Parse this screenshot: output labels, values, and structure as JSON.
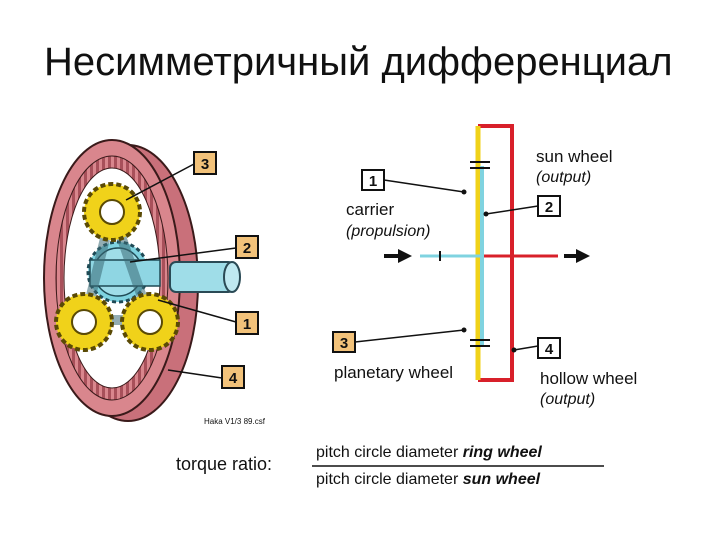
{
  "title": "Несимметричный дифференциал",
  "right_diagram": {
    "sun_wheel": "sun wheel",
    "sun_wheel_sub": "(output)",
    "carrier": "carrier",
    "carrier_sub": "(propulsion)",
    "planetary_wheel": "planetary wheel",
    "hollow_wheel": "hollow wheel",
    "hollow_wheel_sub": "(output)"
  },
  "callouts": [
    "1",
    "2",
    "3",
    "4"
  ],
  "credit": "Haka V1/3 89.csf",
  "formula": {
    "label": "torque ratio:",
    "numerator_prefix": "pitch circle diameter ",
    "numerator_emph": "ring wheel",
    "denominator_prefix": "pitch circle diameter ",
    "denominator_emph": "sun wheel"
  },
  "colors": {
    "ring_red": "#d8202a",
    "planet_yellow": "#f0d21a",
    "sun_blue": "#7fd3e0",
    "ring_pink": "#d9868d",
    "callout_fill": "#f2c27a"
  }
}
